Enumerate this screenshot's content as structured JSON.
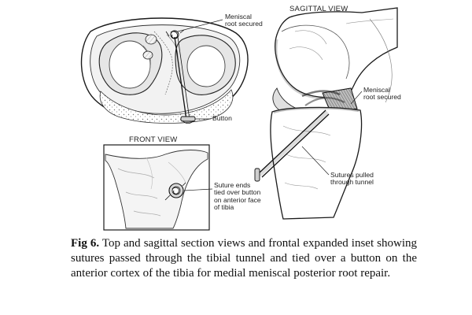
{
  "labels": {
    "sagittal_view": "SAGITTAL VIEW",
    "front_view": "FRONT VIEW",
    "meniscal_root_top_1": "Meniscal",
    "meniscal_root_top_2": "root secured",
    "button": "Button",
    "meniscal_root_sag_1": "Meniscal",
    "meniscal_root_sag_2": "root secured",
    "sutures_pulled_1": "Sutures pulled",
    "sutures_pulled_2": "through tunnel",
    "suture_ends_1": "Suture ends",
    "suture_ends_2": "tied over button",
    "suture_ends_3": "on anterior face",
    "suture_ends_4": "of tibia"
  },
  "caption": {
    "figure_number": "Fig 6.",
    "text": " Top and sagittal section views and frontal expanded inset showing sutures passed through the tibial tunnel and tied over a button on the anterior cortex of the tibia for medial meniscal posterior root repair."
  },
  "colors": {
    "ink": "#1a1a1a",
    "shade": "#d9d9d9",
    "light_shade": "#ececec"
  }
}
